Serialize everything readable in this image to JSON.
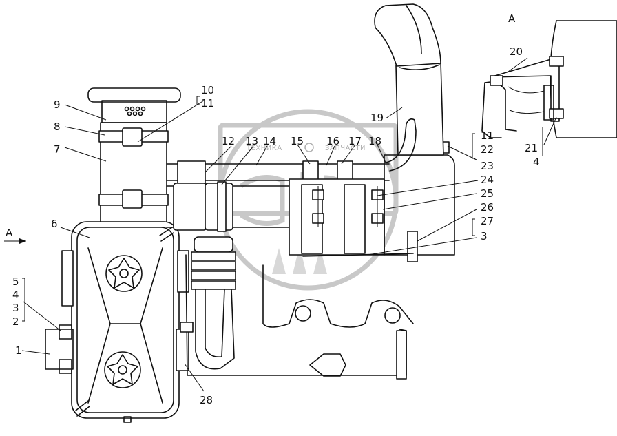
{
  "watermark": {
    "left_text": "ТЕХНИКА",
    "right_text": "ЗАПЧАСТИ",
    "monogram": "ЭФ"
  },
  "view_labels": {
    "arrow": "А",
    "detail": "А"
  },
  "callouts": {
    "c1": "1",
    "c2": "2",
    "c3": "3",
    "c4": "4",
    "c5": "5",
    "c6": "6",
    "c7": "7",
    "c8": "8",
    "c9": "9",
    "c10": "10",
    "c11": "11",
    "c12": "12",
    "c13": "13",
    "c14": "14",
    "c15": "15",
    "c16": "16",
    "c17": "17",
    "c18": "18",
    "c19": "19",
    "c20": "20",
    "c21": "21",
    "c22": "22",
    "c23": "23",
    "c24": "24",
    "c25": "25",
    "c26": "26",
    "c27": "27",
    "c28": "28",
    "g_right_11": "11",
    "g_right_3": "3",
    "g_left_4": "4",
    "g_left_3": "3",
    "g_detail_4": "4"
  }
}
